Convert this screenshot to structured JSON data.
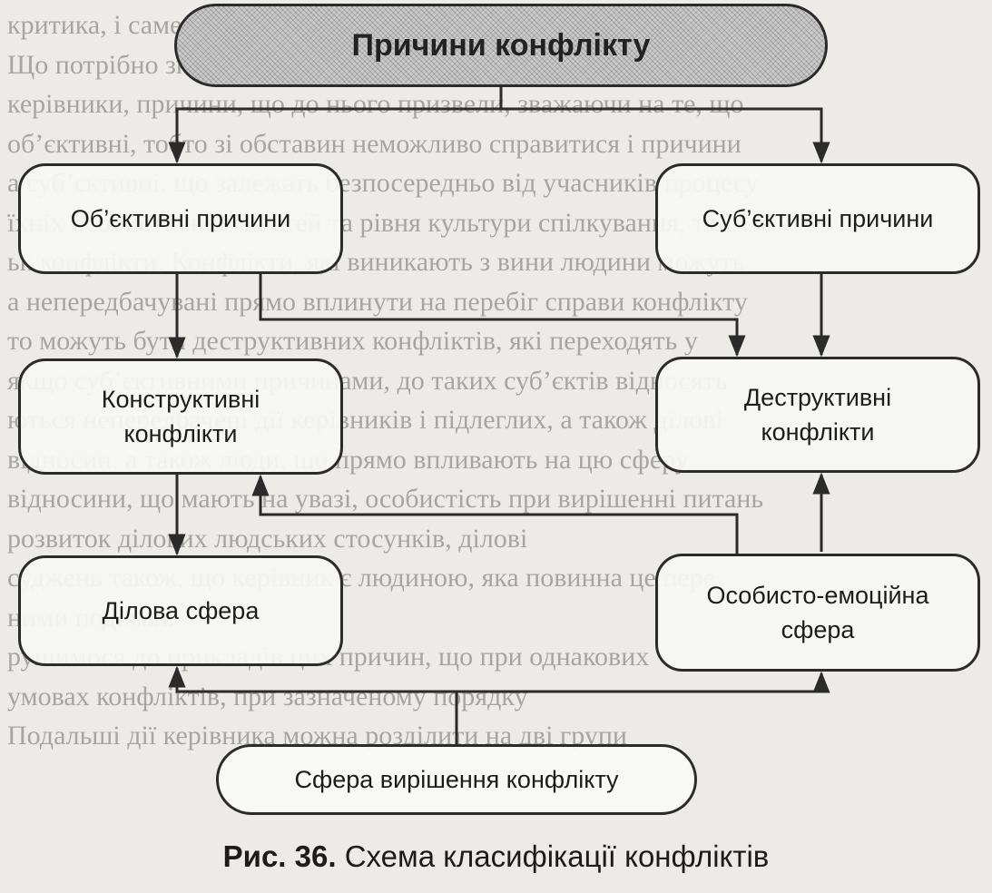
{
  "diagram": {
    "root": "Причини конфлікту",
    "objective": "Об’єктивні причини",
    "subjective": "Суб’єктивні причини",
    "constructive": [
      "Конструктивні",
      "конфлікти"
    ],
    "destructive": [
      "Деструктивні",
      "конфлікти"
    ],
    "business": "Ділова сфера",
    "personal": [
      "Особисто-емоційна",
      "сфера"
    ],
    "resolution": "Сфера вирішення конфлікту"
  },
  "caption": {
    "label": "Рис. 36.",
    "text": "Схема класифікації конфліктів"
  },
  "background_text": [
    "критика, і саме з цієї причини її аналіз необхідний при конфлікті.",
    "Що потрібно знати, щоб правильно розуміти конфлікт, необхід",
    "керівники, причини, що до нього призвели, зважаючи на те, що",
    "об’єктивні, тобто зі обставин неможливо справитися і причини",
    "а суб’єктивні, що залежать безпосередньо від учасників процесу",
    "їхніх особистісних якостей та рівня культури спілкування, та",
    "ьк конфлікти. Конфлікти, які виникають з вини людини можуть",
    "а непередбачувані прямо вплинути на перебіг справи конфлікту",
    "то можуть бути деструктивних конфліктів, які переходять у",
    "якщо суб’єктивними причинами, до таких суб’єктів відносять",
    "ються непередбачені дії керівників і підлеглих, а також ділові",
    "відносин, а також люди, що прямо впливають на цю сферу",
    "відносини, що мають на увазі, особистість при вирішенні питань",
    "розвиток ділових людських стосунків, ділові",
    "суджень також, що керівник є людиною, яка повинна це пере",
    "ними подіями.",
    "рушимося до прикладів цих причин, що при однакових",
    "умовах конфліктів, при зазначеному порядку",
    "Подальші дії керівника можна розділити на дві групи"
  ]
}
